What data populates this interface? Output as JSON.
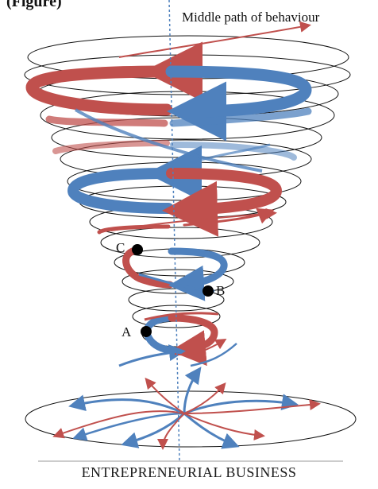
{
  "header": {
    "fragment": "(Figure)"
  },
  "diagram": {
    "middle_path_label": "Middle path of behaviour",
    "points": {
      "a": "A",
      "b": "B",
      "c": "C"
    },
    "base_label": "ENTREPRENEURIAL BUSINESS"
  },
  "colors": {
    "red": "#c0504d",
    "blue": "#4f81bd",
    "outline": "#111111",
    "axis": "#4f81bd",
    "text": "#111111"
  }
}
